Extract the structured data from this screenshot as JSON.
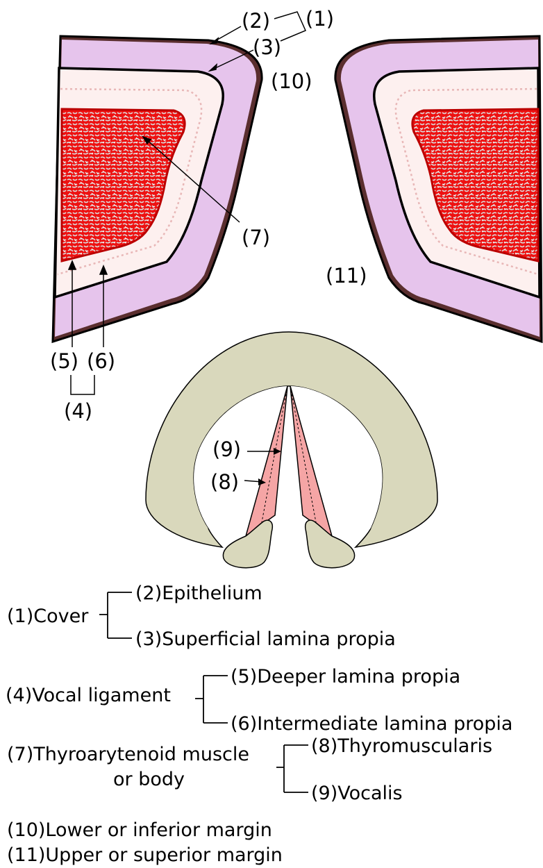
{
  "figure": {
    "cross_section": {
      "numbers": {
        "n1": "(1)",
        "n2": "(2)",
        "n3": "(3)",
        "n4": "(4)",
        "n5": "(5)",
        "n6": "(6)",
        "n7": "(7)",
        "n10": "(10)",
        "n11": "(11)"
      },
      "colors": {
        "epithelium": "#5a2e2e",
        "superficial_lamina": "#e6c4ec",
        "deeper_lamina": "#fdf0ef",
        "muscle": "#ee1111",
        "muscle_fiber": "#d9d9d9"
      }
    },
    "larynx_view": {
      "numbers": {
        "n8": "(8)",
        "n9": "(9)"
      },
      "colors": {
        "cartilage": "#d9d8bc",
        "vocal_fold": "#f5a5a5"
      }
    }
  },
  "legend": {
    "cover": {
      "group": "(1)Cover",
      "items": [
        "(2)Epithelium",
        "(3)Superficial lamina propia"
      ]
    },
    "vocal_ligament": {
      "group": "(4)Vocal ligament",
      "items": [
        "(5)Deeper lamina propia",
        "(6)Intermediate lamina propia"
      ]
    },
    "muscle": {
      "group_line1": "(7)Thyroarytenoid muscle",
      "group_line2": "or body",
      "items": [
        "(8)Thyromuscularis",
        "(9)Vocalis"
      ]
    },
    "margins": [
      "(10)Lower or inferior margin",
      "(11)Upper or superior margin"
    ]
  }
}
